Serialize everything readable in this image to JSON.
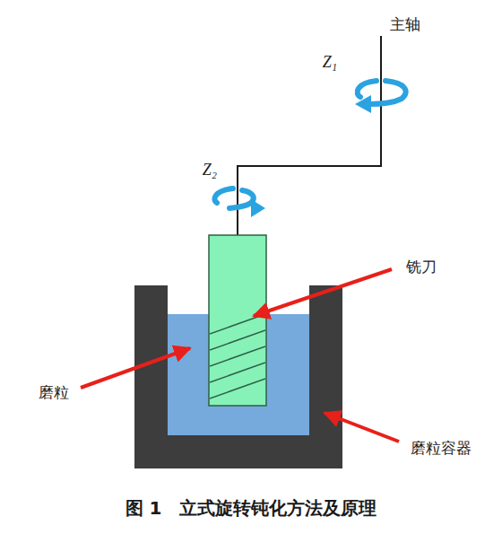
{
  "diagram": {
    "caption": "图 1　立式旋转钝化方法及原理",
    "labels": [
      "主轴",
      "Z₁",
      "Z₂",
      "铣刀",
      "磨粒",
      "磨粒容器"
    ]
  }
}
